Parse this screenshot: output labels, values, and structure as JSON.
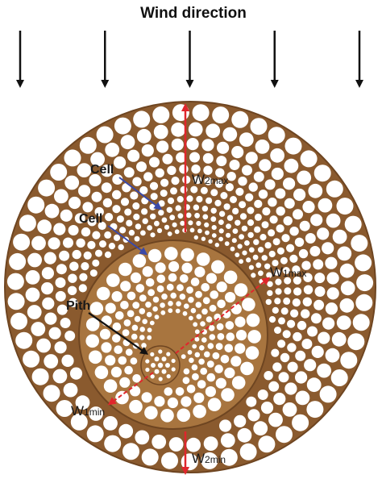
{
  "title": "Wind direction",
  "labels": {
    "cell_outer": "Cell",
    "cell_inner": "Cell",
    "pith": "Pith",
    "w2max": {
      "base": "W",
      "sub": "2max"
    },
    "w1max": {
      "base": "W",
      "sub": "1max"
    },
    "w1min": {
      "base": "W",
      "sub": "1min"
    },
    "w2min": {
      "base": "W",
      "sub": "2min"
    }
  },
  "colors": {
    "wood_dark": "#8a5a2e",
    "wood_light": "#a8753f",
    "ring_line": "#6e4521",
    "cell": "#ffffff",
    "wind_arrow": "#111111",
    "radius_arrow": "#e0262c",
    "cell_pointer": "#3a49a8",
    "pith_pointer": "#111111"
  },
  "wind_arrow_count": 5
}
